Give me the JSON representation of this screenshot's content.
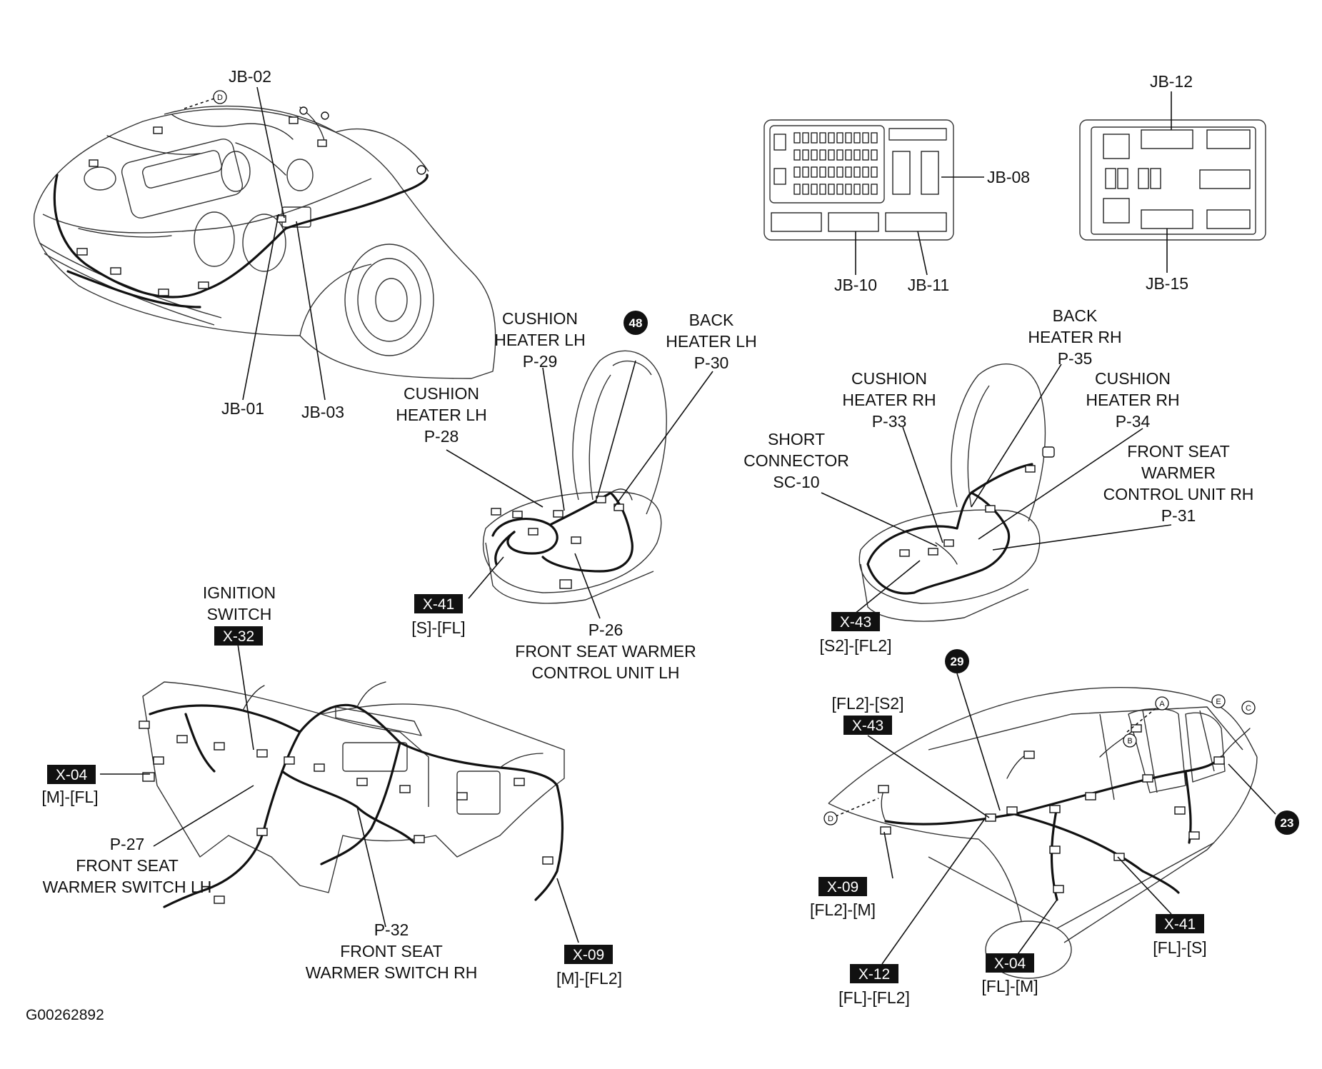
{
  "jb_labels": {
    "jb01": "JB-01",
    "jb02": "JB-02",
    "jb03": "JB-03",
    "jb08": "JB-08",
    "jb10": "JB-10",
    "jb11": "JB-11",
    "jb12": "JB-12",
    "jb15": "JB-15"
  },
  "left_seat": {
    "cushion_p29": [
      "CUSHION",
      "HEATER LH",
      "P-29"
    ],
    "back_p30": [
      "BACK",
      "HEATER LH",
      "P-30"
    ],
    "cushion_p28": [
      "CUSHION",
      "HEATER LH",
      "P-28"
    ],
    "p26": [
      "P-26",
      "FRONT SEAT WARMER",
      "CONTROL UNIT LH"
    ],
    "x41_box": "X-41",
    "x41_pins": "[S]-[FL]",
    "marker_48": "48"
  },
  "right_seat": {
    "back_p35": [
      "BACK",
      "HEATER RH",
      "P-35"
    ],
    "cushion_p33": [
      "CUSHION",
      "HEATER RH",
      "P-33"
    ],
    "cushion_p34": [
      "CUSHION",
      "HEATER RH",
      "P-34"
    ],
    "short_sc10": [
      "SHORT",
      "CONNECTOR",
      "SC-10"
    ],
    "p31": [
      "FRONT SEAT",
      "WARMER",
      "CONTROL UNIT RH",
      "P-31"
    ],
    "x43_box": "X-43",
    "x43_pins": "[S2]-[FL2]"
  },
  "dash": {
    "ignition": [
      "IGNITION",
      "SWITCH"
    ],
    "x32_box": "X-32",
    "x04_box": "X-04",
    "x04_pins": "[M]-[FL]",
    "p27": [
      "P-27",
      "FRONT SEAT",
      "WARMER SWITCH LH"
    ],
    "p32": [
      "P-32",
      "FRONT SEAT",
      "WARMER SWITCH RH"
    ],
    "x09_box": "X-09",
    "x09_pins": "[M]-[FL2]"
  },
  "body": {
    "x43_pins": "[FL2]-[S2]",
    "x43_box": "X-43",
    "marker_29": "29",
    "marker_23": "23",
    "x09_box": "X-09",
    "x09_pins": "[FL2]-[M]",
    "x12_box": "X-12",
    "x12_pins": "[FL]-[FL2]",
    "x04_box": "X-04",
    "x04_pins": "[FL]-[M]",
    "x41_box": "X-41",
    "x41_pins": "[FL]-[S]",
    "letters": {
      "a": "A",
      "b": "B",
      "c": "C",
      "d": "D",
      "e": "E"
    }
  },
  "engine_letter_d": "D",
  "figure_id": "G00262892"
}
